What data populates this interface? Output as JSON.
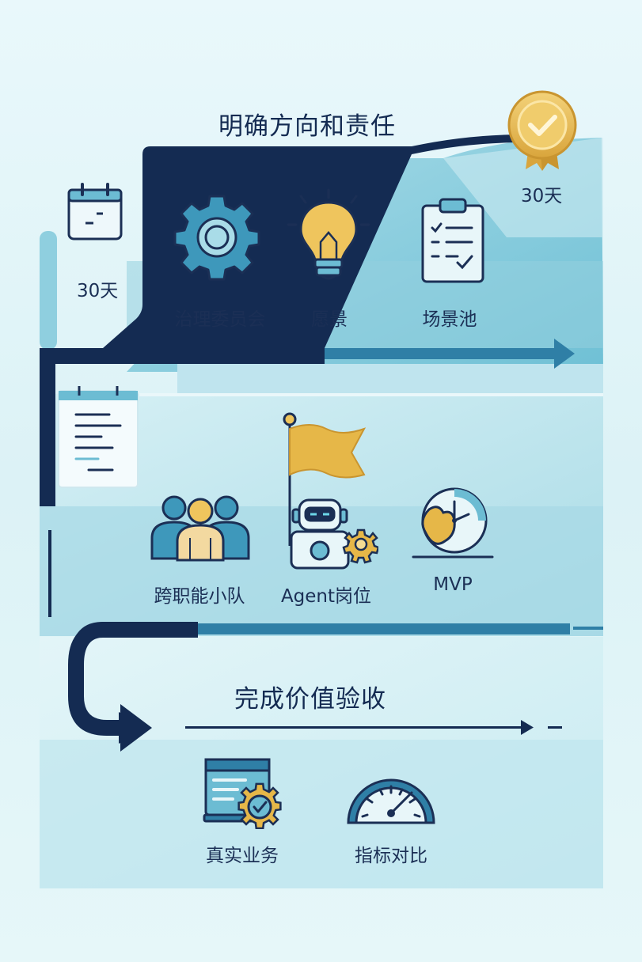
{
  "phase1": {
    "title": "明确方向和责任",
    "days_left": "30天",
    "days_right": "30天",
    "items": [
      {
        "icon": "gear-icon",
        "label": "治理委员会"
      },
      {
        "icon": "lightbulb-icon",
        "label": "愿景"
      },
      {
        "icon": "clipboard-icon",
        "label": "场景池"
      }
    ]
  },
  "phase2": {
    "items": [
      {
        "icon": "team-icon",
        "label": "跨职能小队"
      },
      {
        "icon": "robot-icon",
        "label": "Agent岗位"
      },
      {
        "icon": "clock-icon",
        "label": "MVP"
      }
    ]
  },
  "phase3": {
    "title": "完成价值验收",
    "items": [
      {
        "icon": "dashboard-icon",
        "label": "真实业务"
      },
      {
        "icon": "gauge-icon",
        "label": "指标对比"
      }
    ]
  },
  "colors": {
    "navy": "#142b52",
    "teal": "#5fb6cf",
    "gold": "#e9be56"
  }
}
